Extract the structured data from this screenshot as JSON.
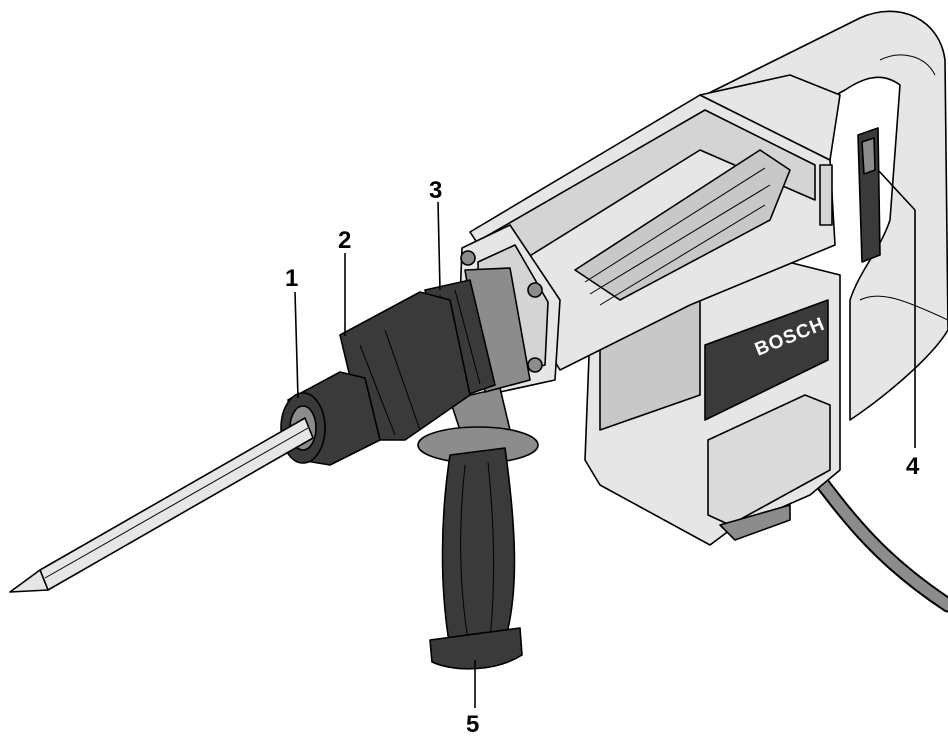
{
  "brand": "BOSCH",
  "callouts": [
    {
      "id": "1",
      "label": "1"
    },
    {
      "id": "2",
      "label": "2"
    },
    {
      "id": "3",
      "label": "3"
    },
    {
      "id": "4",
      "label": "4"
    },
    {
      "id": "5",
      "label": "5"
    }
  ],
  "colors": {
    "outline": "#000000",
    "housing": "#e6e6e6",
    "housing_shade": "#c8c8c8",
    "dark_part": "#3a3a3a",
    "mid_part": "#8c8c8c",
    "background": "#ffffff"
  }
}
